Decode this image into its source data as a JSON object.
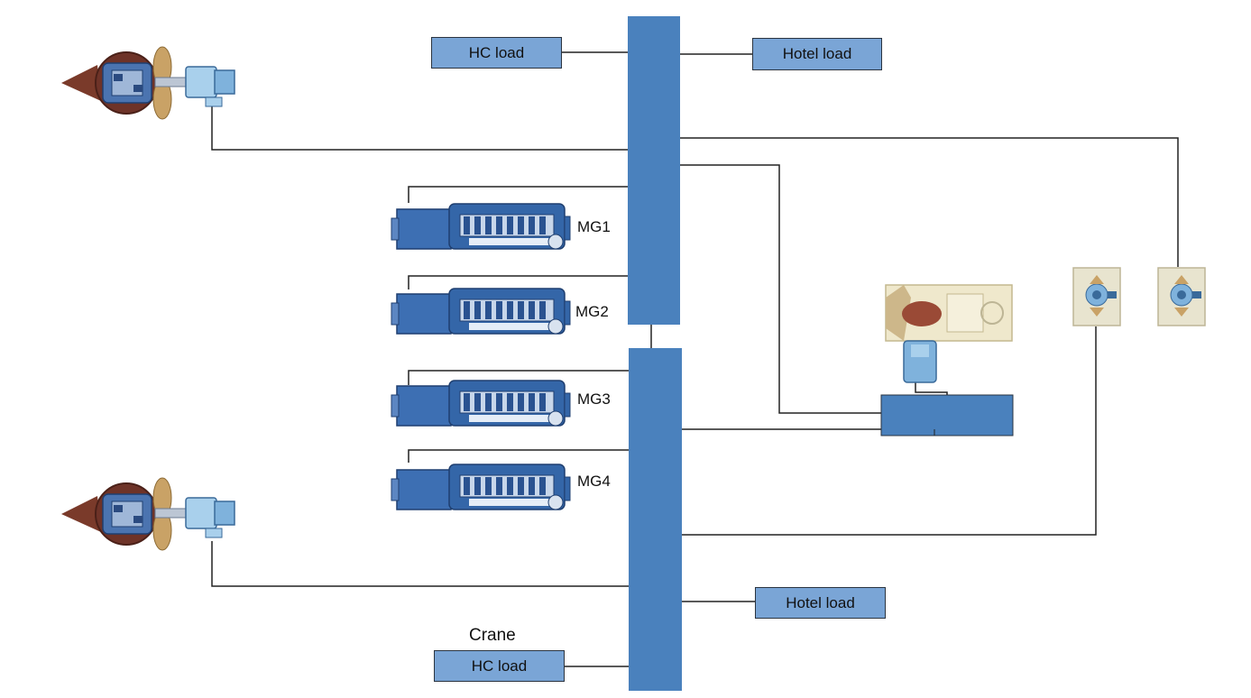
{
  "loads": {
    "hc_top": "HC load",
    "hotel_top": "Hotel load",
    "hotel_bottom": "Hotel load",
    "hc_bottom": "HC load"
  },
  "crane_label": "Crane",
  "generators": [
    "MG1",
    "MG2",
    "MG3",
    "MG4"
  ],
  "colors": {
    "bus": "#4a81bd",
    "load_box": "#7aa5d6",
    "engine": "#3d6fb3",
    "thruster_body": "#e8e4cf"
  }
}
